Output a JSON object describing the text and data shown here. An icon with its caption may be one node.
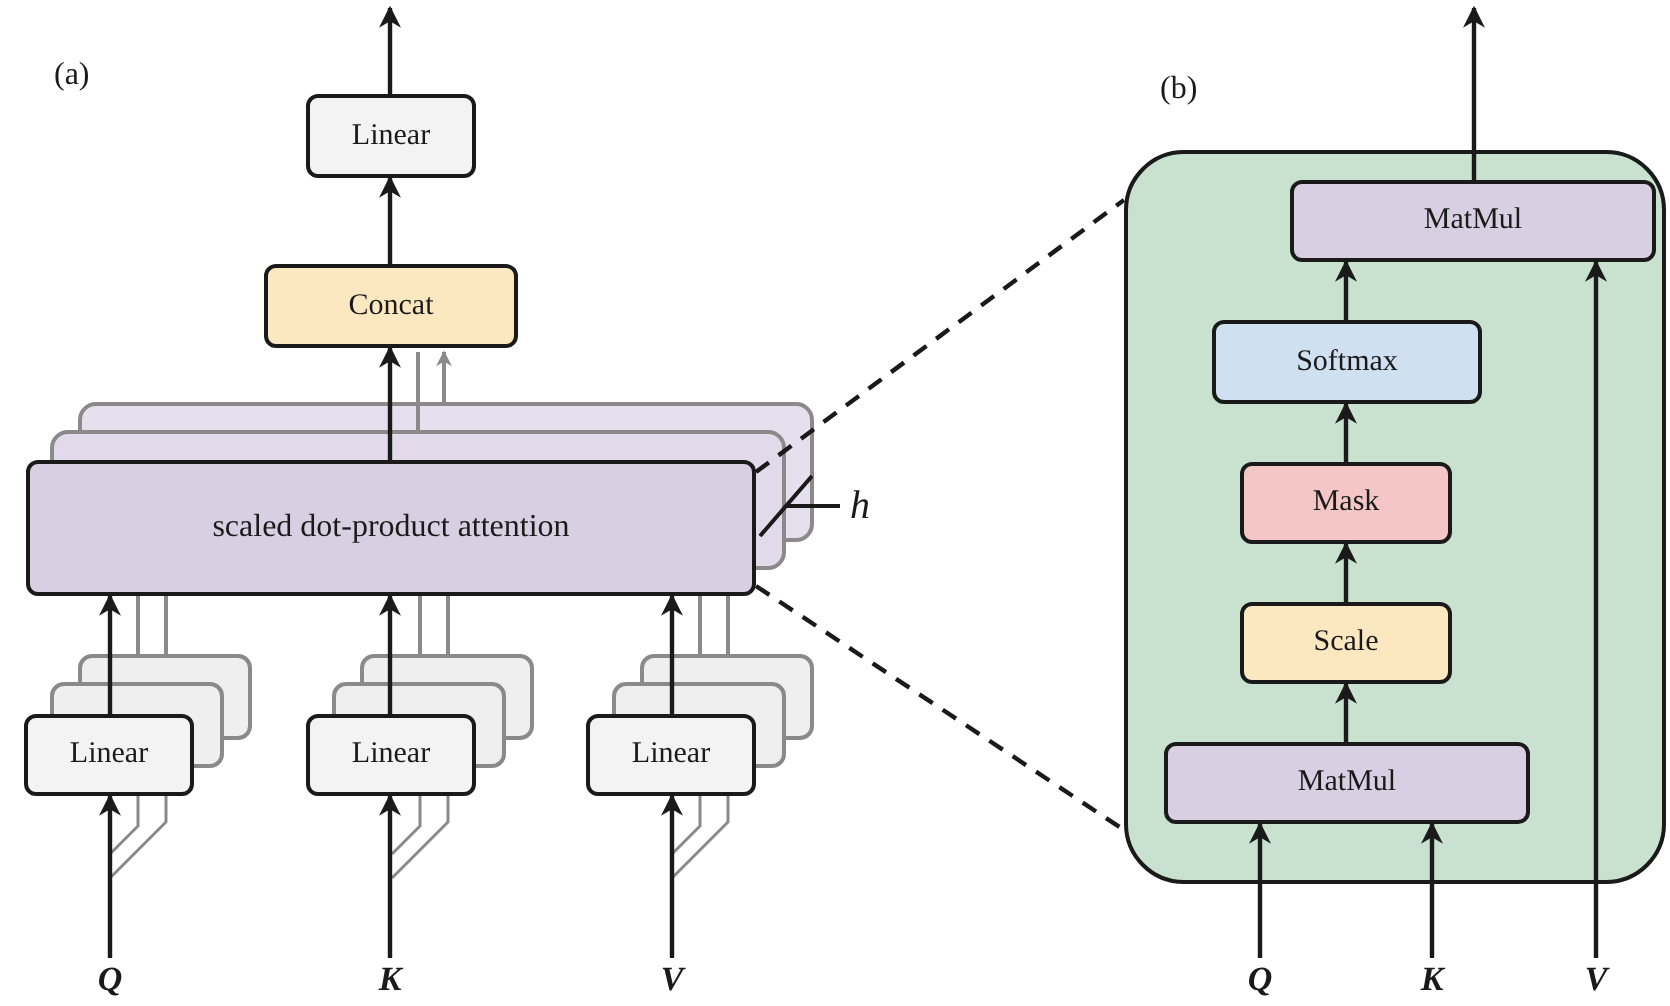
{
  "diagram": {
    "nodes": [
      {
        "text": [
          "Linear"
        ]
      },
      {
        "text": [
          "Concat"
        ]
      },
      {
        "text": [
          "scaled dot-product attention"
        ]
      },
      {
        "text": [
          "Linear"
        ]
      },
      {
        "text": [
          "Linear"
        ]
      },
      {
        "text": [
          "Linear"
        ]
      },
      {
        "text": [
          "Q"
        ]
      },
      {
        "text": [
          "K"
        ]
      },
      {
        "text": [
          "V"
        ]
      },
      {
        "text": [],
        "shape": "box"
      },
      {
        "text": [
          "MatMul"
        ],
        "in": 9
      },
      {
        "text": [
          "Softmax"
        ],
        "in": 9
      },
      {
        "text": [
          "Mask"
        ],
        "in": 9
      },
      {
        "text": [
          "Scale"
        ],
        "in": 9
      },
      {
        "text": [
          "MatMul"
        ],
        "in": 9
      },
      {
        "text": [
          "Q"
        ]
      },
      {
        "text": [
          "K"
        ]
      },
      {
        "text": [
          "V"
        ]
      }
    ],
    "edges": [
      {
        "from": 0,
        "to": null,
        "arrow": "to"
      },
      {
        "from": 1,
        "to": 0,
        "arrow": "to"
      },
      {
        "from": 2,
        "to": 1,
        "arrow": "to"
      },
      {
        "from": 3,
        "to": 2,
        "arrow": "to"
      },
      {
        "from": 4,
        "to": 2,
        "arrow": "to"
      },
      {
        "from": 5,
        "to": 2,
        "arrow": "to"
      },
      {
        "from": 6,
        "to": 3,
        "arrow": "to"
      },
      {
        "from": 7,
        "to": 4,
        "arrow": "to"
      },
      {
        "from": 8,
        "to": 5,
        "arrow": "to"
      },
      {
        "from": 2,
        "to": 9,
        "arrow": "none",
        "style": "dashed"
      },
      {
        "from": 2,
        "to": 9,
        "arrow": "none",
        "style": "dashed"
      },
      {
        "from": 10,
        "to": null,
        "arrow": "to"
      },
      {
        "from": 11,
        "to": 10,
        "arrow": "to"
      },
      {
        "from": 12,
        "to": 11,
        "arrow": "to"
      },
      {
        "from": 13,
        "to": 12,
        "arrow": "to"
      },
      {
        "from": 14,
        "to": 13,
        "arrow": "to"
      },
      {
        "from": 15,
        "to": 14,
        "arrow": "to"
      },
      {
        "from": 16,
        "to": 14,
        "arrow": "to"
      },
      {
        "from": 17,
        "to": 10,
        "arrow": "to"
      }
    ],
    "labels": [
      "(a)",
      "(b)",
      "h"
    ]
  }
}
